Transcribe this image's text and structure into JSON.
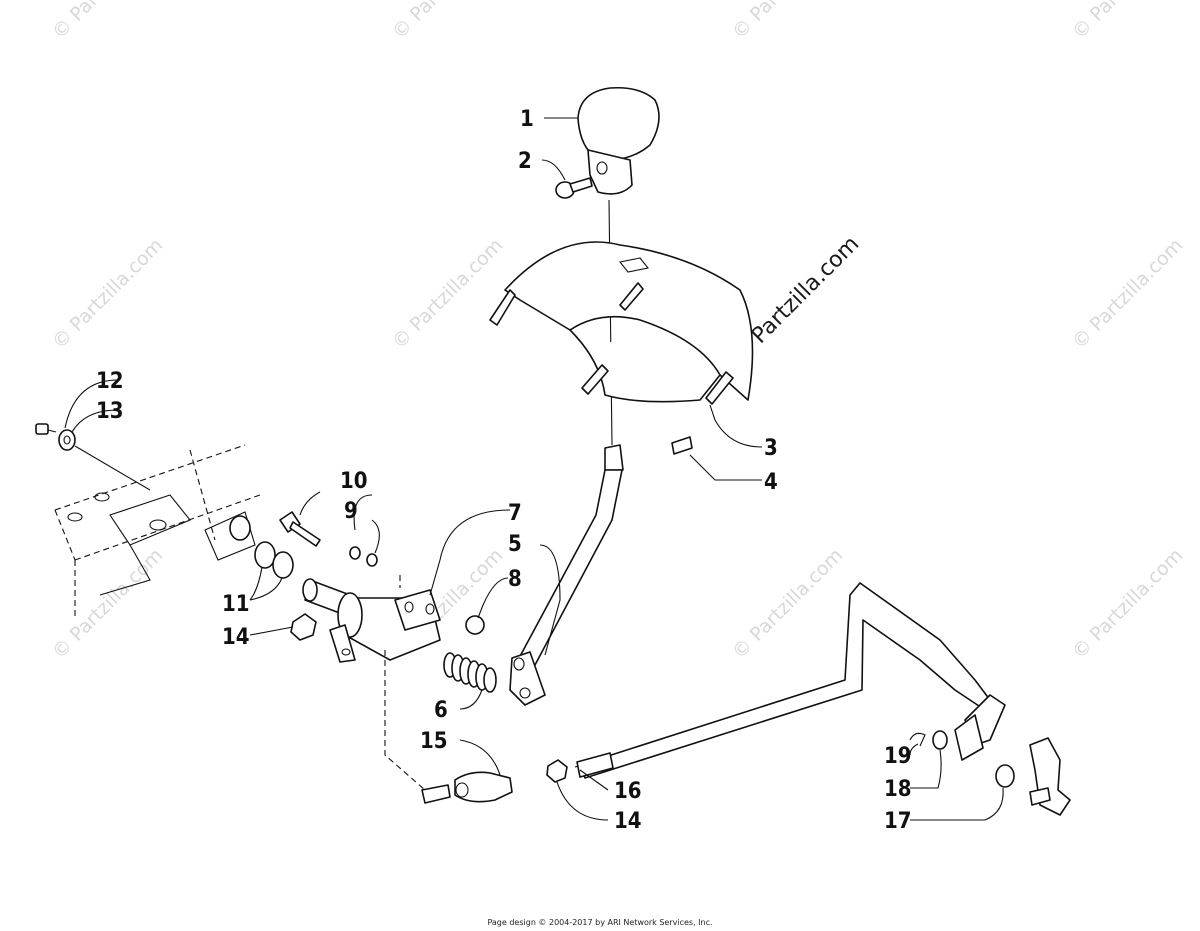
{
  "watermark": {
    "text": "© Partzilla.com",
    "main_text": "© Partzilla.com"
  },
  "callouts": {
    "c1": "1",
    "c2": "2",
    "c3": "3",
    "c4": "4",
    "c5": "5",
    "c6": "6",
    "c7": "7",
    "c8": "8",
    "c9": "9",
    "c10": "10",
    "c11": "11",
    "c12": "12",
    "c13": "13",
    "c14a": "14",
    "c14b": "14",
    "c15": "15",
    "c16": "16",
    "c17": "17",
    "c18": "18",
    "c19": "19"
  },
  "footer": {
    "text": "Page design © 2004-2017 by ARI Network Services, Inc."
  }
}
